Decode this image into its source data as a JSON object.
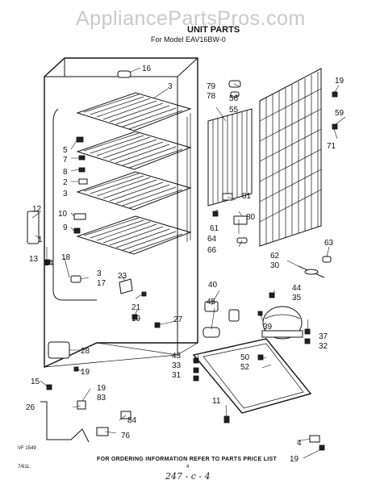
{
  "watermark": "AppliancePartsPros.com",
  "title": "UNIT PARTS",
  "subtitle": "For Model EAV16BW-0",
  "footer_note": "FOR ORDERING INFORMATION REFER TO PARTS PRICE LIST",
  "figure_code": "VF 1549",
  "doc_code": "7/61L",
  "page_number": "4",
  "handwritten_note": "247 - c - 4",
  "callouts": {
    "c16": "16",
    "c3a": "3",
    "c5": "5",
    "c7": "7",
    "c8": "8",
    "c2": "2",
    "c3b": "3",
    "c10": "10",
    "c9": "9",
    "c12": "12",
    "c1": "1",
    "c13": "13",
    "c14": "14",
    "c18": "18",
    "c3c": "3",
    "c17": "17",
    "c23": "23",
    "c21": "21",
    "c19a": "19",
    "c27": "27",
    "c79": "79",
    "c78": "78",
    "c56": "56",
    "c55": "55",
    "c19b": "19",
    "c59": "59",
    "c71": "71",
    "c81": "81",
    "c80": "80",
    "c61": "61",
    "c64": "64",
    "c66": "66",
    "c63": "63",
    "c62": "62",
    "c30": "30",
    "c40": "40",
    "c45": "45",
    "c44": "44",
    "c35": "35",
    "c39": "39",
    "c37": "37",
    "c32": "32",
    "c50": "50",
    "c52": "52",
    "c43": "43",
    "c33": "33",
    "c31": "31",
    "c28": "28",
    "c19c": "19",
    "c15": "15",
    "c19d": "19",
    "c83": "83",
    "c26": "26",
    "c84": "84",
    "c76": "76",
    "c11": "11",
    "c4": "4",
    "c19e": "19"
  }
}
